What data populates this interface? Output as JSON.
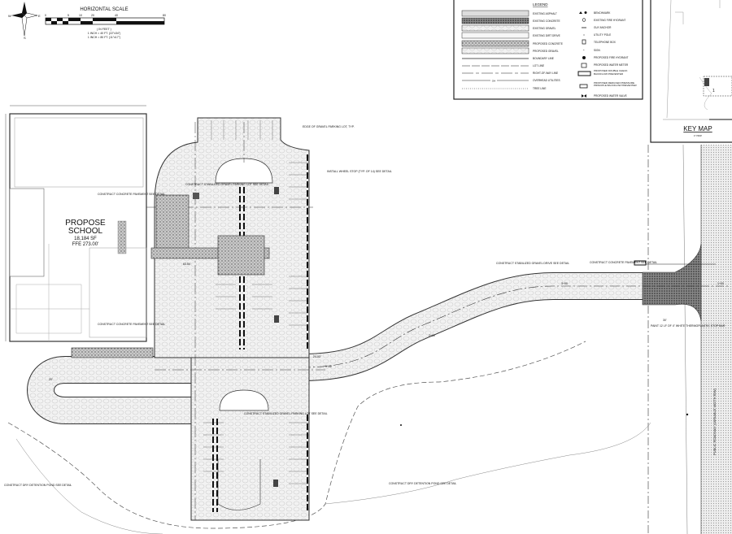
{
  "north_arrow": {
    "n": "N",
    "s": "S",
    "e": "E",
    "w": "W"
  },
  "scale": {
    "title": "HORIZONTAL SCALE",
    "ticks": [
      "0",
      "5",
      "10",
      "20",
      "40",
      "80"
    ],
    "units": "( IN FEET )",
    "line1": "1 INCH = 40 FT. (22\"x34\")",
    "line2": "1 INCH = 80 FT. (11\"x17\")"
  },
  "legend": {
    "title": "LEGEND",
    "left_items": [
      "EXISTING ASPHALT",
      "EXISTING CONCRETE",
      "EXISTING GRAVEL",
      "EXISTING DIRT DRIVE",
      "PROPOSED CONCRETE",
      "PROPOSED GRAVEL",
      "BOUNDARY LINE",
      "LOT LINE",
      "RIGHT-OF-WAY LINE",
      "OVERHEAD UTILITIES",
      "TREE LINE"
    ],
    "overhead_tag": "OH",
    "right_items": [
      "BENCHMARK",
      "EXISTING FIRE HYDRANT",
      "GUY ANCHOR",
      "UTILITY POLE",
      "TELEPHONE BOX",
      "SIGN",
      "PROPOSED FIRE HYDRANT",
      "PROPOSED WATER METER",
      "PROPOSED DOUBLE CHECK BACKFLOW PREVENTER",
      "PROPOSED REDUCED PRESSURE PRINCIPLE BACKFLOW PREVENTER",
      "PROPOSED WATER VALVE"
    ]
  },
  "key_map": {
    "title": "KEY MAP",
    "scale": "1\"=500'",
    "site_tag": "1"
  },
  "building": {
    "name_line1": "PROPOSE",
    "name_line2": "SCHOOL",
    "area": "18,184 SF",
    "ffe": "FFE 273.00'"
  },
  "notes": {
    "edge_gravel": "EDGE OF GRAVEL PARKING LOT, TYP.",
    "wheel_stop": "INSTALL WHEEL STOP (TYP. OF 14) SEE DETAIL",
    "gravel_lot_1": "CONSTRUCT STABILIZED GRAVEL PARKING LOT SEE DETAIL",
    "gravel_lot_2": "CONSTRUCT STABILIZED GRAVEL PARKING LOT SEE DETAIL",
    "gravel_drive": "CONSTRUCT STABILIZED GRAVEL DRIVE SEE DETAIL",
    "concrete_pavement_1": "CONSTRUCT CONCRETE PAVEMENT SEE DETAIL",
    "concrete_pavement_2": "CONSTRUCT CONCRETE PAVEMENT SEE DETAIL",
    "concrete_pavement_3": "CONSTRUCT CONCRETE PAVEMENT SEE DETAIL",
    "water_line": "PAINT 12 LF OF 4\" WHITE THERMOPLASTIC STOP BAR",
    "detention_1": "CONSTRUCT DRY DETENTION POND SEE DETAIL",
    "detention_2": "CONSTRUCT DRY DETENTION POND SEE DETAIL",
    "road_name": "PUBLIC ROADWAY (VARIABLE WIDTH R/W)",
    "station_1": "1+00",
    "station_2": "2+00",
    "station_3": "3+00",
    "station_4": "1+00",
    "dim_1": "63.54'",
    "dim_2": "24.00'",
    "dim_3": "20'",
    "dim_4": "30'"
  }
}
